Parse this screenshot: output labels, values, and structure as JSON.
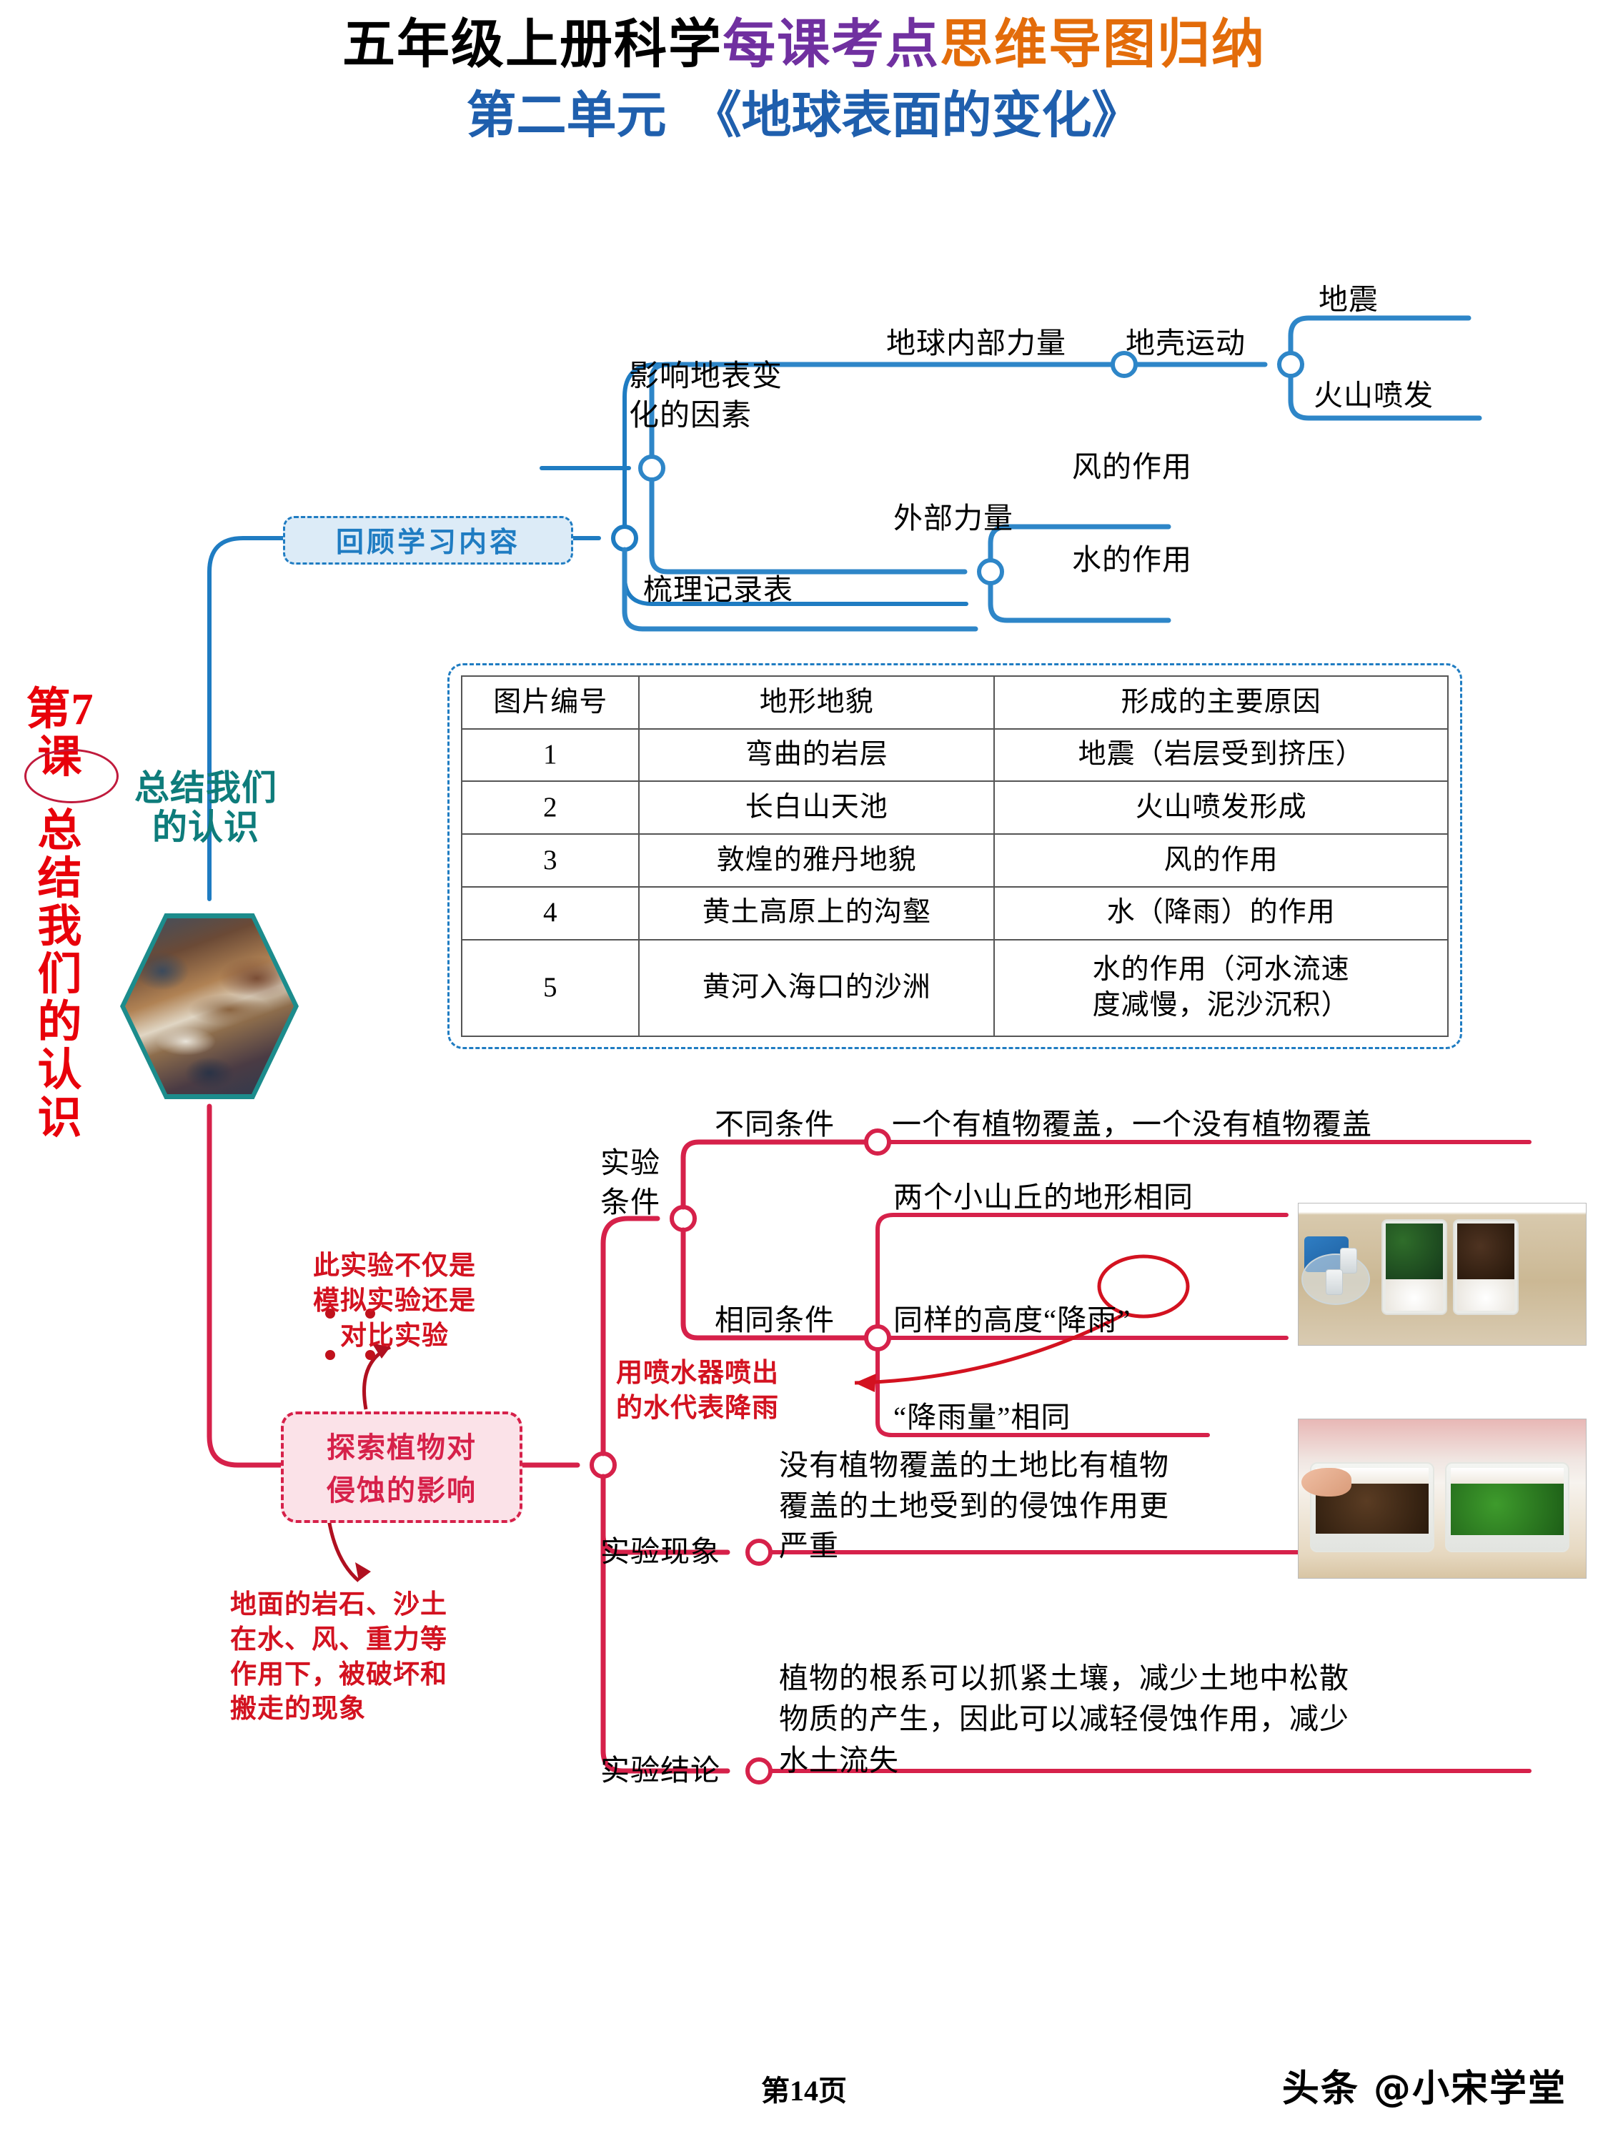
{
  "title": {
    "line1_part1": "五年级上册科学",
    "line1_part2": "每课考点",
    "line1_part3": "思维导图归纳",
    "line2": "第二单元　《地球表面的变化》",
    "color_black": "#000000",
    "color_purple": "#7030A0",
    "color_orange": "#E36C0A",
    "color_blue": "#1F5FAD"
  },
  "lesson": {
    "number_label": "第7课",
    "name": "总结我们的认识",
    "color": "#E8000A"
  },
  "center_node": {
    "label_line1": "总结我们",
    "label_line2": "的认识",
    "color": "#0E7C7B",
    "image_alt": "黄河河谷航拍图"
  },
  "branch_blue": {
    "color": "#1F7CC2",
    "root_label": "回顾学习内容",
    "factors": {
      "label": "影响地表变\n化的因素",
      "label_line1": "影响地表变",
      "label_line2": "化的因素",
      "children": [
        {
          "label": "地球内部力量",
          "child_label": "地壳运动",
          "leaves": [
            "地震",
            "火山喷发"
          ]
        },
        {
          "label": "外部力量",
          "leaves": [
            "风的作用",
            "水的作用"
          ]
        }
      ]
    },
    "table_label": "梳理记录表"
  },
  "record_table": {
    "headers": [
      "图片编号",
      "地形地貌",
      "形成的主要原因"
    ],
    "rows": [
      [
        "1",
        "弯曲的岩层",
        "地震（岩层受到挤压）"
      ],
      [
        "2",
        "长白山天池",
        "火山喷发形成"
      ],
      [
        "3",
        "敦煌的雅丹地貌",
        "风的作用"
      ],
      [
        "4",
        "黄土高原上的沟壑",
        "水（降雨）的作用"
      ],
      [
        "5",
        "黄河入海口的沙洲",
        "水的作用（河水流速\n度减慢，泥沙沉积）"
      ]
    ],
    "row5_cause_line1": "水的作用（河水流速",
    "row5_cause_line2": "度减慢，泥沙沉积）"
  },
  "branch_pink": {
    "color": "#D6214A",
    "root_line1": "探索植物对",
    "root_line2": "侵蚀的影响",
    "circled_word": "侵蚀",
    "conditions": {
      "label_line1": "实验",
      "label_line2": "条件",
      "different_label": "不同条件",
      "different_text": "一个有植物覆盖，一个没有植物覆盖",
      "same_label": "相同条件",
      "same_items": [
        "两个小山丘的地形相同",
        "同样的高度“降雨”",
        "“降雨量”相同"
      ],
      "circled_word": "降雨"
    },
    "phenomenon": {
      "label": "实验现象",
      "line1": "没有植物覆盖的土地比有植物",
      "line2": "覆盖的土地受到的侵蚀作用更",
      "line3": "严重"
    },
    "conclusion": {
      "label": "实验结论",
      "line1": "植物的根系可以抓紧土壤，减少土地中松散",
      "line2": "物质的产生，因此可以减轻侵蚀作用，减少",
      "line3": "水土流失"
    }
  },
  "annotations": {
    "color": "#D31220",
    "note1_line1": "此实验不仅是",
    "note1_line2": "模拟实验还是",
    "note1_line3": "对比实验",
    "note2_line1": "用喷水器喷出",
    "note2_line2": "的水代表降雨",
    "note3_line1": "地面的岩石、沙土",
    "note3_line2": "在水、风、重力等",
    "note3_line3": "作用下，被破坏和",
    "note3_line4": "搬走的现象"
  },
  "footer": {
    "page": "第14页",
    "watermark": "头条 @小宋学堂"
  }
}
